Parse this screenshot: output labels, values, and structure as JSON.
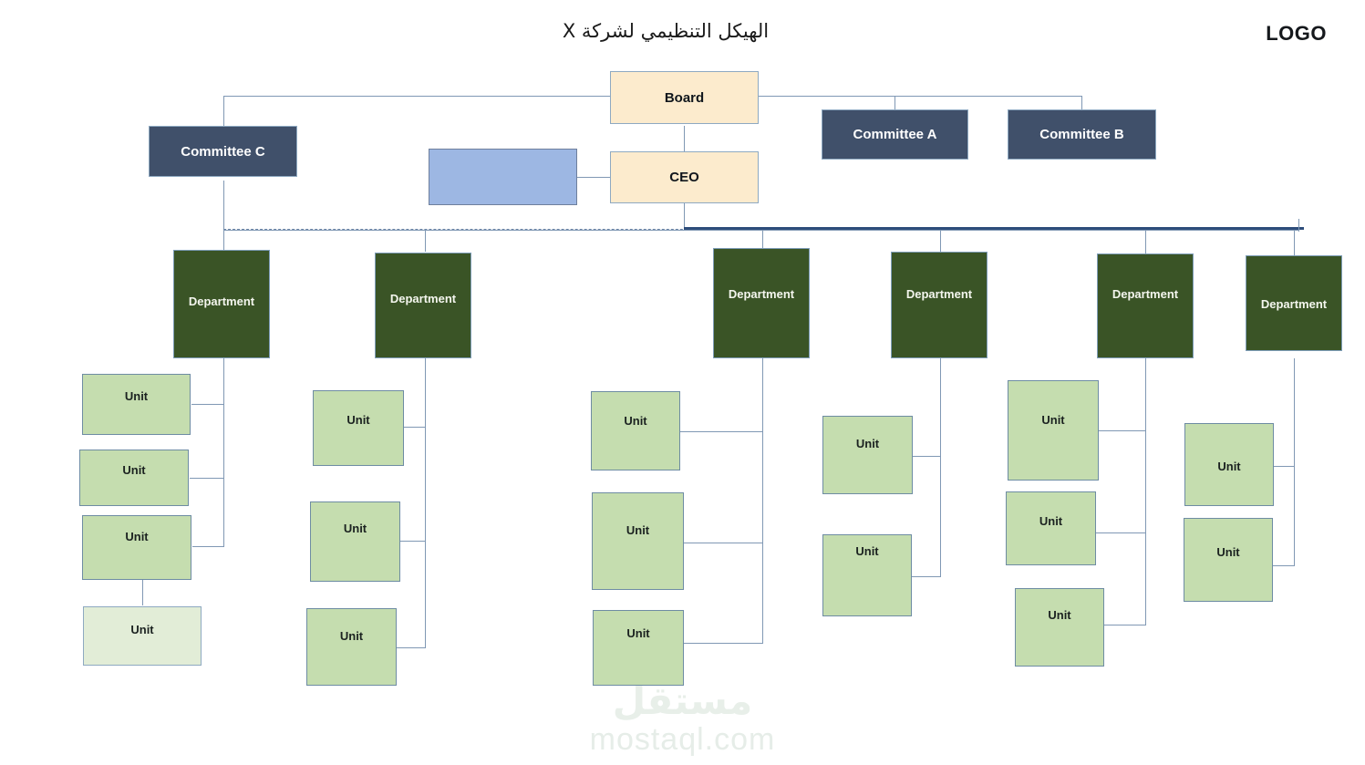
{
  "header": {
    "title": "الهيكل التنظيمي لشركة X",
    "logo": "LOGO"
  },
  "watermark": {
    "arabic": "مستقل",
    "domain": "mostaql.com"
  },
  "colors": {
    "board_fill": "#FCEBCD",
    "committee_fill": "#40506A",
    "placeholder_fill": "#9DB7E3",
    "department_fill": "#3A5426",
    "unit_fill": "#C5DDAF",
    "unit_pale_fill": "#E2EDD7",
    "connector": "#8098B4",
    "connector_accent": "#2E4D7B"
  },
  "nodes": {
    "board": "Board",
    "ceo": "CEO",
    "committee_a": "Committee A",
    "committee_b": "Committee B",
    "committee_c": "Committee C",
    "placeholder": ""
  },
  "departments": [
    {
      "label": "Department"
    },
    {
      "label": "Department"
    },
    {
      "label": "Department"
    },
    {
      "label": "Department"
    },
    {
      "label": "Department"
    },
    {
      "label": "Department"
    }
  ],
  "units": {
    "col1": [
      {
        "label": "Unit"
      },
      {
        "label": "Unit"
      },
      {
        "label": "Unit"
      },
      {
        "label": "Unit"
      }
    ],
    "col2": [
      {
        "label": "Unit"
      },
      {
        "label": "Unit"
      },
      {
        "label": "Unit"
      }
    ],
    "col3": [
      {
        "label": "Unit"
      },
      {
        "label": "Unit"
      },
      {
        "label": "Unit"
      }
    ],
    "col4": [
      {
        "label": "Unit"
      },
      {
        "label": "Unit"
      }
    ],
    "col5": [
      {
        "label": "Unit"
      },
      {
        "label": "Unit"
      },
      {
        "label": "Unit"
      }
    ],
    "col6": [
      {
        "label": "Unit"
      },
      {
        "label": "Unit"
      }
    ]
  },
  "chart_data": {
    "type": "diagram",
    "title": "الهيكل التنظيمي لشركة X",
    "hierarchy": {
      "root": "Board",
      "children": [
        {
          "name": "Committee A",
          "type": "committee"
        },
        {
          "name": "Committee B",
          "type": "committee"
        },
        {
          "name": "Committee C",
          "type": "committee"
        },
        {
          "name": "CEO",
          "type": "executive",
          "children": [
            {
              "name": "Department",
              "type": "department",
              "units": 4
            },
            {
              "name": "Department",
              "type": "department",
              "units": 3
            },
            {
              "name": "Department",
              "type": "department",
              "units": 3
            },
            {
              "name": "Department",
              "type": "department",
              "units": 2
            },
            {
              "name": "Department",
              "type": "department",
              "units": 3
            },
            {
              "name": "Department",
              "type": "department",
              "units": 2
            }
          ]
        }
      ]
    }
  }
}
